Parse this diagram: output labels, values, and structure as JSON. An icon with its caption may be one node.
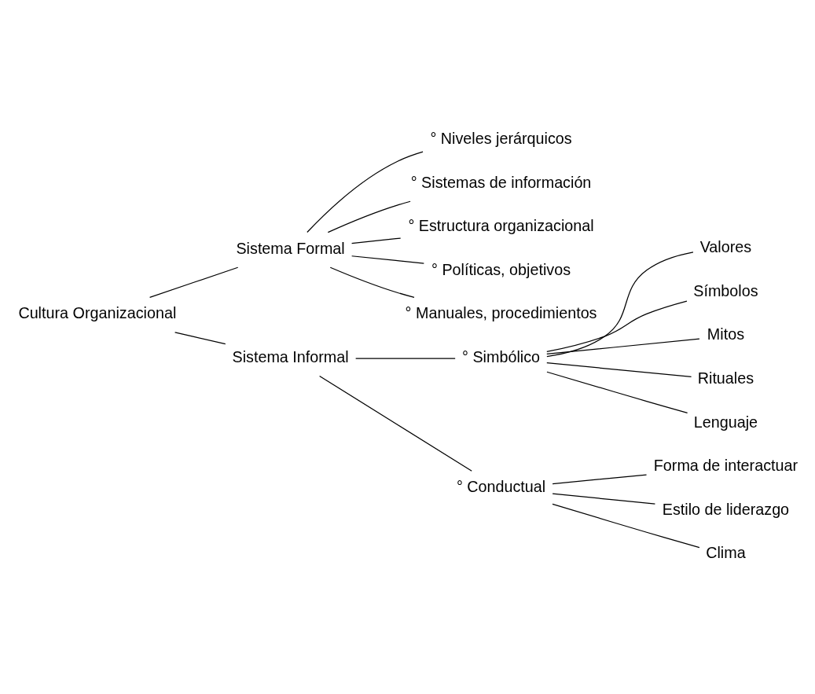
{
  "diagram": {
    "nodes": [
      {
        "text": [
          "Cultura Organizacional"
        ]
      },
      {
        "text": [
          "Sistema Formal"
        ]
      },
      {
        "text": [
          "° Niveles jerárquicos"
        ]
      },
      {
        "text": [
          "° Sistemas de información"
        ]
      },
      {
        "text": [
          "° Estructura organizacional"
        ]
      },
      {
        "text": [
          "° Políticas, objetivos"
        ]
      },
      {
        "text": [
          "° Manuales, procedimientos"
        ]
      },
      {
        "text": [
          "Sistema Informal"
        ]
      },
      {
        "text": [
          "° Simbólico"
        ]
      },
      {
        "text": [
          "Valores"
        ]
      },
      {
        "text": [
          "Símbolos"
        ]
      },
      {
        "text": [
          "Mitos"
        ]
      },
      {
        "text": [
          "Rituales"
        ]
      },
      {
        "text": [
          "Lenguaje"
        ]
      },
      {
        "text": [
          "° Conductual"
        ]
      },
      {
        "text": [
          "Forma de interactuar"
        ]
      },
      {
        "text": [
          "Estilo de liderazgo"
        ]
      },
      {
        "text": [
          "Clima"
        ]
      }
    ],
    "edges": [
      {
        "from": 0,
        "to": 1,
        "arrow": "none"
      },
      {
        "from": 0,
        "to": 7,
        "arrow": "none"
      },
      {
        "from": 1,
        "to": 2,
        "arrow": "none"
      },
      {
        "from": 1,
        "to": 3,
        "arrow": "none"
      },
      {
        "from": 1,
        "to": 4,
        "arrow": "none"
      },
      {
        "from": 1,
        "to": 5,
        "arrow": "none"
      },
      {
        "from": 1,
        "to": 6,
        "arrow": "none"
      },
      {
        "from": 7,
        "to": 8,
        "arrow": "none"
      },
      {
        "from": 7,
        "to": 14,
        "arrow": "none"
      },
      {
        "from": 8,
        "to": 9,
        "arrow": "none"
      },
      {
        "from": 8,
        "to": 10,
        "arrow": "none"
      },
      {
        "from": 8,
        "to": 11,
        "arrow": "none"
      },
      {
        "from": 8,
        "to": 12,
        "arrow": "none"
      },
      {
        "from": 8,
        "to": 13,
        "arrow": "none"
      },
      {
        "from": 14,
        "to": 15,
        "arrow": "none"
      },
      {
        "from": 14,
        "to": 16,
        "arrow": "none"
      },
      {
        "from": 14,
        "to": 17,
        "arrow": "none"
      }
    ]
  }
}
